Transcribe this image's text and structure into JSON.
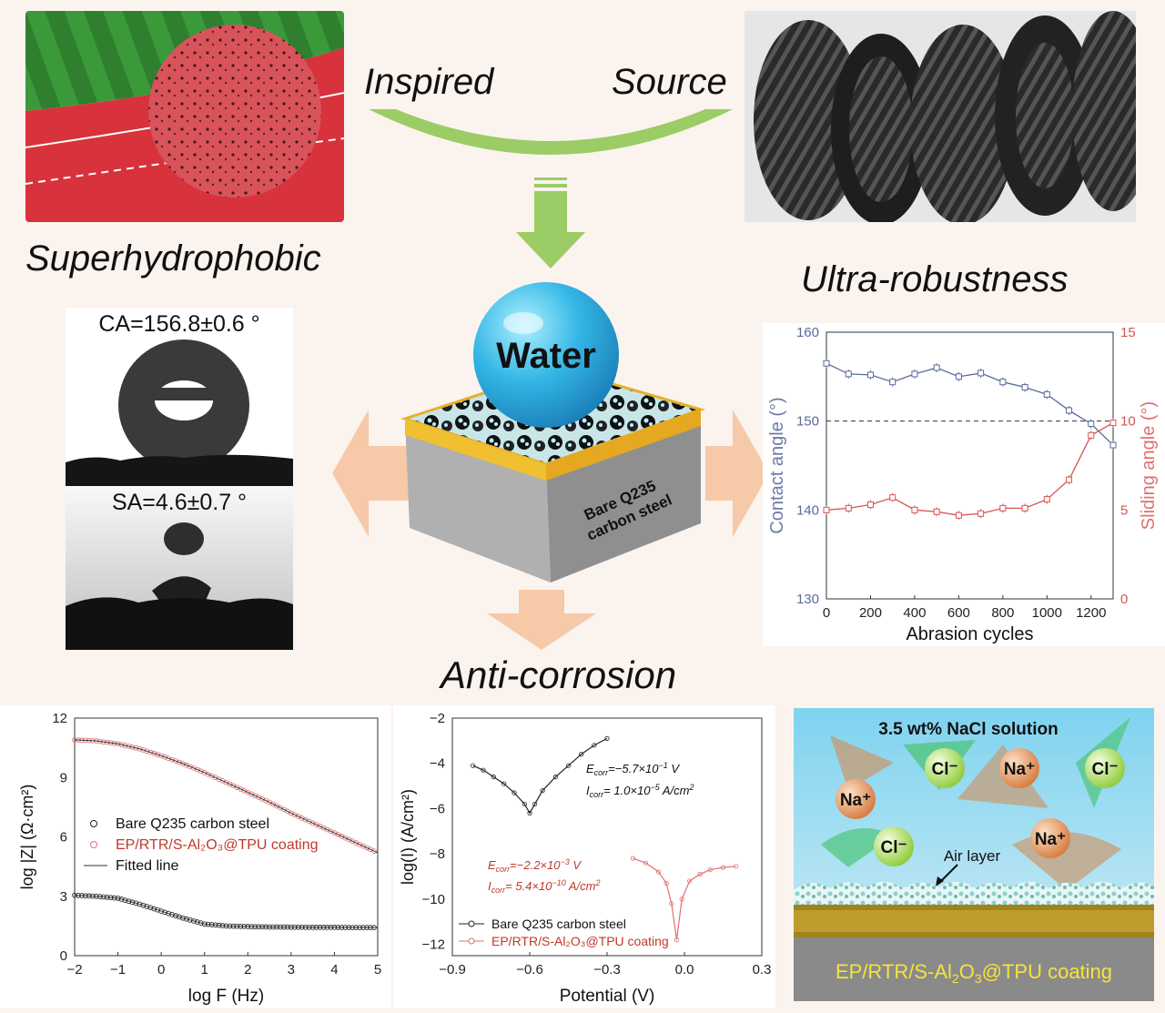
{
  "labels": {
    "inspired": "Inspired",
    "source": "Source",
    "superhydrophobic": "Superhydrophobic",
    "ultra_robustness": "Ultra-robustness",
    "anti_corrosion": "Anti-corrosion",
    "water": "Water",
    "substrate_line1": "Bare Q235",
    "substrate_line2": "carbon steel"
  },
  "contact_images": {
    "ca": "CA=156.8±0.6 °",
    "sa": "SA=4.6±0.7 °"
  },
  "colors": {
    "green_arrow": "#9ccc65",
    "peach_arrow": "#f6c9a8",
    "contact_series": "#5b6a9a",
    "sliding_series": "#d9534f",
    "nyquist_coating": "#e07070"
  },
  "chart_data": [
    {
      "type": "line",
      "xlabel": "Abrasion cycles",
      "ylabel": "Contact angle (°)",
      "y2label": "Sliding angle (°)",
      "xlim": [
        0,
        1300
      ],
      "ylim": [
        130,
        160
      ],
      "y2lim": [
        0,
        15
      ],
      "x_ticks": [
        "0",
        "200",
        "400",
        "600",
        "800",
        "1000",
        "1200"
      ],
      "y_ticks": [
        "130",
        "140",
        "150",
        "160"
      ],
      "y2_ticks": [
        "0",
        "5",
        "10",
        "15"
      ],
      "reference_line": 150,
      "x": [
        0,
        100,
        200,
        300,
        400,
        500,
        600,
        700,
        800,
        900,
        1000,
        1100,
        1200,
        1300
      ],
      "series": [
        {
          "axis": "left",
          "values": [
            156.5,
            155.3,
            155.2,
            154.4,
            155.3,
            156.0,
            155.0,
            155.4,
            154.4,
            153.8,
            153.0,
            151.2,
            149.7,
            147.3
          ]
        },
        {
          "axis": "right",
          "values": [
            5.0,
            5.1,
            5.3,
            5.7,
            5.0,
            4.9,
            4.7,
            4.8,
            5.1,
            5.1,
            5.6,
            6.7,
            9.2,
            9.9
          ]
        }
      ]
    },
    {
      "type": "scatter",
      "xlabel": "log F (Hz)",
      "ylabel": "log |Z| (Ω·cm²)",
      "xlim": [
        -2,
        5
      ],
      "ylim": [
        0,
        12
      ],
      "x_ticks": [
        "−2",
        "−1",
        "0",
        "1",
        "2",
        "3",
        "4",
        "5"
      ],
      "y_ticks": [
        "0",
        "3",
        "6",
        "9",
        "12"
      ],
      "legend": [
        "Bare Q235 carbon steel",
        "EP/RTR/S-Al₂O₃@TPU coating",
        "Fitted line"
      ],
      "series": [
        {
          "name": "Bare Q235 carbon steel",
          "x": [
            -2,
            -1.5,
            -1,
            -0.5,
            0,
            0.5,
            1,
            1.5,
            2,
            2.5,
            3,
            3.5,
            4,
            4.5,
            5
          ],
          "values": [
            3.05,
            3.0,
            2.9,
            2.6,
            2.25,
            1.9,
            1.6,
            1.5,
            1.47,
            1.45,
            1.44,
            1.43,
            1.43,
            1.42,
            1.42
          ]
        },
        {
          "name": "EP/RTR/S-Al₂O₃@TPU coating",
          "x": [
            -2,
            -1.5,
            -1,
            -0.5,
            0,
            0.5,
            1,
            1.5,
            2,
            2.5,
            3,
            3.5,
            4,
            4.5,
            5
          ],
          "values": [
            10.9,
            10.85,
            10.7,
            10.45,
            10.1,
            9.7,
            9.25,
            8.75,
            8.25,
            7.75,
            7.2,
            6.7,
            6.2,
            5.7,
            5.2
          ]
        }
      ]
    },
    {
      "type": "line",
      "xlabel": "Potential (V)",
      "ylabel": "log(I) (A/cm²)",
      "xlim": [
        -0.9,
        0.3
      ],
      "ylim": [
        -12.5,
        -2
      ],
      "x_ticks": [
        "−0.9",
        "−0.6",
        "−0.3",
        "0.0",
        "0.3"
      ],
      "y_ticks": [
        "−2",
        "−4",
        "−6",
        "−8",
        "−10",
        "−12"
      ],
      "legend": [
        "Bare Q235 carbon steel",
        "EP/RTR/S-Al₂O₃@TPU coating"
      ],
      "annotations": {
        "bare_e": "E",
        "bare_e_sub": "corr",
        "bare_e_val": "=−5.7×10",
        "bare_e_exp": "−1",
        "bare_e_unit": "V",
        "bare_i": "I",
        "bare_i_sub": "corr",
        "bare_i_val": "= 1.0×10",
        "bare_i_exp": "−5",
        "bare_i_unit": "A/cm",
        "coat_e": "E",
        "coat_e_sub": "corr",
        "coat_e_val": "=−2.2×10",
        "coat_e_exp": "−3",
        "coat_e_unit": "V",
        "coat_i": "I",
        "coat_i_sub": "corr",
        "coat_i_val": "= 5.4×10",
        "coat_i_exp": "−10",
        "coat_i_unit": "A/cm"
      },
      "series": [
        {
          "name": "Bare Q235 carbon steel",
          "x": [
            -0.82,
            -0.78,
            -0.74,
            -0.7,
            -0.66,
            -0.62,
            -0.6,
            -0.58,
            -0.55,
            -0.5,
            -0.45,
            -0.4,
            -0.35,
            -0.3
          ],
          "values": [
            -4.1,
            -4.3,
            -4.6,
            -4.9,
            -5.3,
            -5.8,
            -6.2,
            -5.8,
            -5.2,
            -4.6,
            -4.1,
            -3.6,
            -3.2,
            -2.9
          ]
        },
        {
          "name": "EP/RTR/S-Al₂O₃@TPU coating",
          "x": [
            -0.2,
            -0.15,
            -0.1,
            -0.07,
            -0.05,
            -0.03,
            -0.01,
            0.02,
            0.06,
            0.1,
            0.15,
            0.2
          ],
          "values": [
            -8.2,
            -8.4,
            -8.8,
            -9.3,
            -10.2,
            -11.8,
            -10.0,
            -9.2,
            -8.9,
            -8.7,
            -8.6,
            -8.55
          ]
        }
      ]
    }
  ],
  "nacl_panel": {
    "title": "3.5 wt% NaCl solution",
    "ions": [
      "Na⁺",
      "Cl⁻",
      "Na⁺",
      "Cl⁻",
      "Cl⁻",
      "Na⁺"
    ],
    "air_layer": "Air layer",
    "coating_label": "EP/RTR/S-Al",
    "coating_sub1": "2",
    "coating_mid": "O",
    "coating_sub2": "3",
    "coating_end": "@TPU coating"
  }
}
